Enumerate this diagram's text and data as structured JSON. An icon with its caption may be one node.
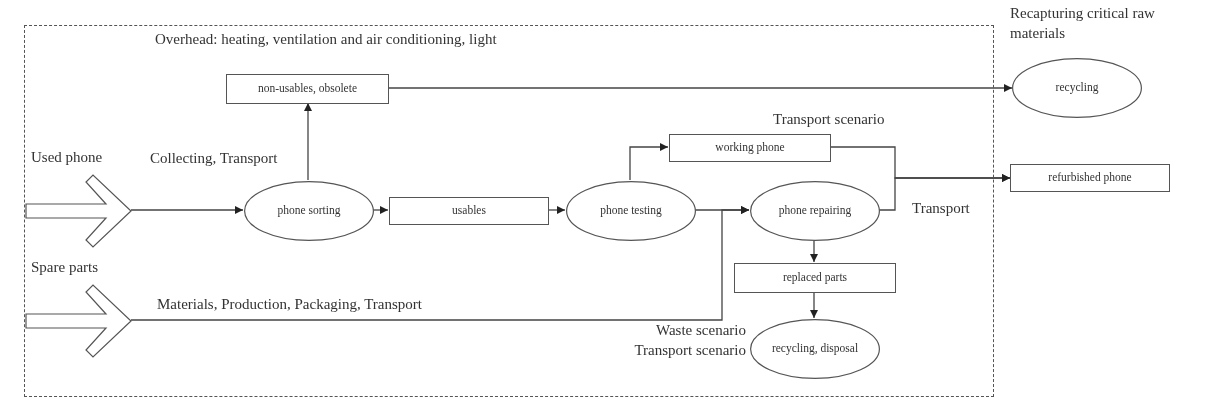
{
  "diagram": {
    "nodes": [
      {
        "text": [
          "Overhead: heating, ventilation and air conditioning, light"
        ]
      },
      {
        "text": [
          "non-usables, obsolete"
        ],
        "in": 0
      },
      {
        "text": [
          "recycling"
        ],
        "beside": [
          "Recapturing critical raw materials"
        ]
      },
      {
        "text": [
          "Used phone"
        ],
        "in": 0
      },
      {
        "text": [
          "working phone"
        ],
        "in": 0
      },
      {
        "text": [
          "refurbished phone"
        ]
      },
      {
        "text": [
          "phone sorting"
        ],
        "in": 0
      },
      {
        "text": [
          "usables"
        ],
        "in": 0
      },
      {
        "text": [
          "phone testing"
        ],
        "in": 0
      },
      {
        "text": [
          "phone repairing"
        ],
        "in": 0
      },
      {
        "text": [
          "Spare parts"
        ],
        "in": 0
      },
      {
        "text": [
          "replaced parts"
        ],
        "in": 0
      },
      {
        "text": [
          "recycling, disposal"
        ],
        "in": 0,
        "beside": [
          "Waste scenario",
          "Transport scenario"
        ]
      }
    ],
    "edges": [
      {
        "from": 3,
        "to": 6,
        "arrow": "to"
      },
      {
        "from": 6,
        "to": 1,
        "arrow": "to"
      },
      {
        "from": 1,
        "to": 2,
        "arrow": "to"
      },
      {
        "from": 6,
        "to": 7,
        "arrow": "to"
      },
      {
        "from": 7,
        "to": 8,
        "arrow": "to"
      },
      {
        "from": 8,
        "to": 9,
        "arrow": "to"
      },
      {
        "from": 10,
        "to": 9,
        "arrow": "to",
        "label": "Materials, Production, Packaging, Transport"
      },
      {
        "from": 8,
        "to": 4,
        "arrow": "to"
      },
      {
        "from": 4,
        "to": 5,
        "arrow": "to"
      },
      {
        "from": 9,
        "to": 5,
        "arrow": "to"
      },
      {
        "from": 9,
        "to": 11,
        "arrow": "to"
      },
      {
        "from": 11,
        "to": 12,
        "arrow": "to"
      }
    ],
    "labels": [
      "Collecting, Transport",
      "Transport scenario",
      "Transport"
    ]
  }
}
